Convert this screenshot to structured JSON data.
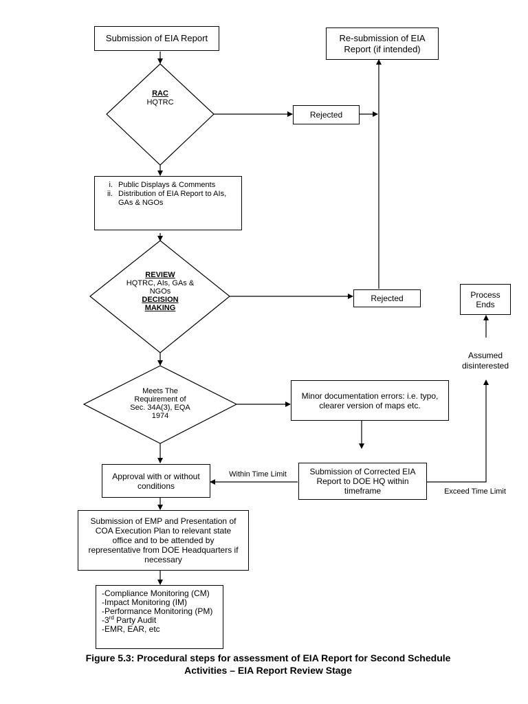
{
  "boxes": {
    "submission": "Submission of EIA Report",
    "resubmission": "Re-submission of EIA Report (if intended)",
    "rejected1": "Rejected",
    "rejected2": "Rejected",
    "process_ends": "Process Ends",
    "minor_errors": "Minor documentation errors: i.e. typo, clearer version of maps etc.",
    "corrected": "Submission of Corrected EIA Report to DOE HQ within timeframe",
    "approval": "Approval with or without conditions",
    "emp": "Submission of EMP and Presentation of COA Execution Plan to relevant state office and to be attended by representative from DOE Headquarters if necessary"
  },
  "public": {
    "items": [
      {
        "num": "i.",
        "text": "Public Displays & Comments"
      },
      {
        "num": "ii.",
        "text": "Distribution of EIA Report to AIs, GAs & NGOs"
      }
    ]
  },
  "diamonds": {
    "rac": {
      "title": "RAC",
      "body": "HQTRC"
    },
    "review": {
      "title": "REVIEW",
      "body": "HQTRC, AIs, GAs & NGOs",
      "title2": "DECISION MAKING"
    },
    "meets": {
      "body": "Meets The Requirement of Sec. 34A(3), EQA 1974"
    }
  },
  "monitoring": {
    "cm": "-Compliance Monitoring (CM)",
    "im": "-Impact Monitoring (IM)",
    "pm": "-Performance Monitoring (PM)",
    "audit_prefix": "-3",
    "audit_sup": "rd",
    "audit_rest": " Party Audit",
    "emr": "-EMR, EAR, etc"
  },
  "labels": {
    "within": "Within Time Limit",
    "exceed": "Exceed Time Limit",
    "assumed": "Assumed disinterested"
  },
  "caption": {
    "line1": "Figure 5.3: Procedural steps for assessment of EIA Report for Second Schedule",
    "line2": "Activities – EIA Report Review Stage"
  }
}
